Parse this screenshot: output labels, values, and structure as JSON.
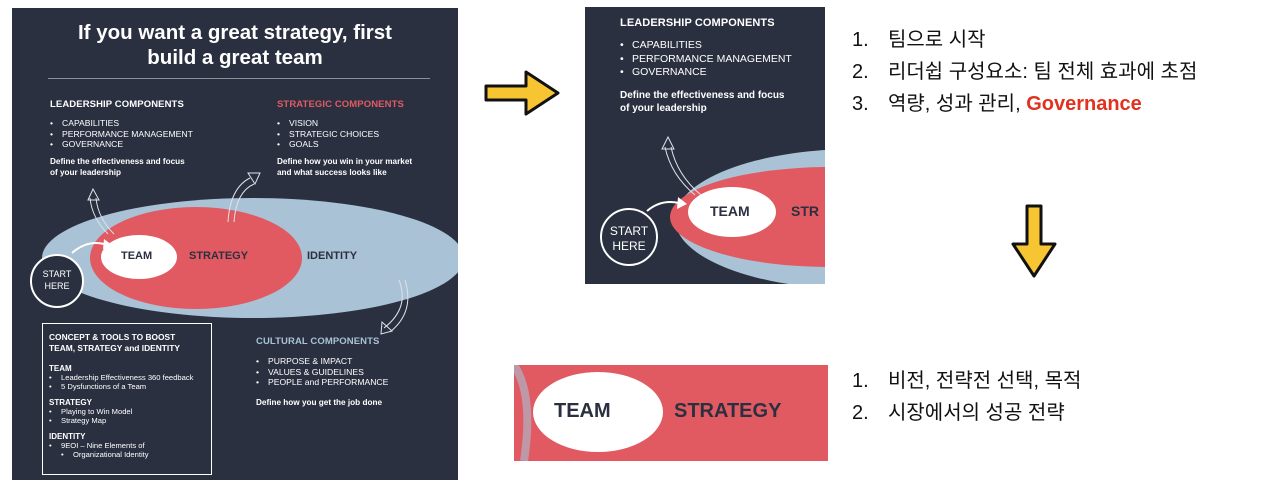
{
  "main_panel": {
    "title": "If you want a great strategy, first build a great team",
    "title_line1": "If you want a great strategy, first",
    "title_line2": "build a great team",
    "leadership": {
      "heading": "LEADERSHIP COMPONENTS",
      "items": [
        "CAPABILITIES",
        "PERFORMANCE MANAGEMENT",
        "GOVERNANCE"
      ],
      "desc_line1": "Define the effectiveness and focus",
      "desc_line2": "of your leadership"
    },
    "strategic": {
      "heading": "STRATEGIC COMPONENTS",
      "items": [
        "VISION",
        "STRATEGIC CHOICES",
        "GOALS"
      ],
      "desc_line1": "Define how you win in your market",
      "desc_line2": "and what success looks like"
    },
    "cultural": {
      "heading": "CULTURAL COMPONENTS",
      "items": [
        "PURPOSE & IMPACT",
        "VALUES & GUIDELINES",
        "PEOPLE and PERFORMANCE"
      ],
      "desc": "Define how you get the job done"
    },
    "ellipses": {
      "team": "TEAM",
      "strategy": "STRATEGY",
      "identity": "IDENTITY"
    },
    "start": {
      "line1": "START",
      "line2": "HERE"
    },
    "tools": {
      "title_line1": "CONCEPT & TOOLS TO BOOST",
      "title_line2": "TEAM, STRATEGY and IDENTITY",
      "team_heading": "TEAM",
      "team_items": [
        "Leadership Effectiveness 360 feedback",
        "5 Dysfunctions of a Team"
      ],
      "strategy_heading": "STRATEGY",
      "strategy_items": [
        "Playing to Win Model",
        "Strategy Map"
      ],
      "identity_heading": "IDENTITY",
      "identity_item_line1": "9EOI – Nine Elements of",
      "identity_item_line2": "Organizational Identity"
    }
  },
  "zoom_top": {
    "heading": "LEADERSHIP COMPONENTS",
    "items": [
      "CAPABILITIES",
      "PERFORMANCE MANAGEMENT",
      "GOVERNANCE"
    ],
    "desc_line1": "Define the effectiveness and focus",
    "desc_line2": "of your leadership",
    "team": "TEAM",
    "strategy_partial": "STR",
    "start_line1": "START",
    "start_line2": "HERE"
  },
  "zoom_bottom": {
    "team": "TEAM",
    "strategy": "STRATEGY"
  },
  "notes_top": {
    "items": [
      {
        "num": "1.",
        "text": "팀으로 시작"
      },
      {
        "num": "2.",
        "text": "리더쉽 구성요소: 팀 전체 효과에 초점"
      },
      {
        "num": "3.",
        "text": "역량, 성과 관리, ",
        "highlight": "Governance"
      }
    ]
  },
  "notes_bottom": {
    "items": [
      {
        "num": "1.",
        "text": "비전, 전략전 선택, 목적"
      },
      {
        "num": "2.",
        "text": "시장에서의 성공 전략"
      }
    ]
  },
  "colors": {
    "panel_bg": "#2b3040",
    "outer_ellipse": "#a9c2d6",
    "strategy_ellipse": "#e15a61",
    "team_ellipse": "#ffffff",
    "arrow_fill": "#f6c531",
    "governance_highlight": "#e0321f"
  },
  "icons": [
    "arrow-right-icon",
    "arrow-down-icon"
  ]
}
